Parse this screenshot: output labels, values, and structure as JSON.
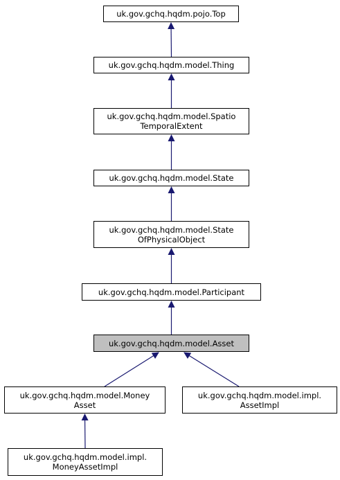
{
  "diagram": {
    "nodes": {
      "top": {
        "lines": [
          "uk.gov.gchq.hqdm.pojo.Top"
        ]
      },
      "thing": {
        "lines": [
          "uk.gov.gchq.hqdm.model.Thing"
        ]
      },
      "spatio": {
        "lines": [
          "uk.gov.gchq.hqdm.model.Spatio",
          "TemporalExtent"
        ]
      },
      "state": {
        "lines": [
          "uk.gov.gchq.hqdm.model.State"
        ]
      },
      "state_phys": {
        "lines": [
          "uk.gov.gchq.hqdm.model.State",
          "OfPhysicalObject"
        ]
      },
      "participant": {
        "lines": [
          "uk.gov.gchq.hqdm.model.Participant"
        ]
      },
      "asset": {
        "lines": [
          "uk.gov.gchq.hqdm.model.Asset"
        ],
        "highlighted": true
      },
      "money_asset": {
        "lines": [
          "uk.gov.gchq.hqdm.model.Money",
          "Asset"
        ]
      },
      "asset_impl": {
        "lines": [
          "uk.gov.gchq.hqdm.model.impl.",
          "AssetImpl"
        ]
      },
      "money_asset_impl": {
        "lines": [
          "uk.gov.gchq.hqdm.model.impl.",
          "MoneyAssetImpl"
        ]
      }
    },
    "edges": [
      {
        "from": "thing",
        "to": "top"
      },
      {
        "from": "spatio",
        "to": "thing"
      },
      {
        "from": "state",
        "to": "spatio"
      },
      {
        "from": "state_phys",
        "to": "state"
      },
      {
        "from": "participant",
        "to": "state_phys"
      },
      {
        "from": "asset",
        "to": "participant"
      },
      {
        "from": "money_asset",
        "to": "asset"
      },
      {
        "from": "asset_impl",
        "to": "asset"
      },
      {
        "from": "money_asset_impl",
        "to": "money_asset"
      }
    ],
    "colors": {
      "edge": "#191970",
      "highlight_fill": "#bfbfbf",
      "border": "#000000"
    }
  }
}
